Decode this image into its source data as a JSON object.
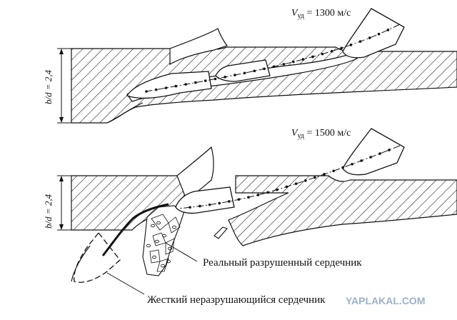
{
  "top_panel": {
    "velocity_label": "V",
    "velocity_subscript": "уд",
    "velocity_value": " = 1300 м/с",
    "ratio_label": "b/d = 2,4"
  },
  "bottom_panel": {
    "velocity_label": "V",
    "velocity_subscript": "уд",
    "velocity_value": " = 1500 м/с",
    "ratio_label": "b/d = 2,4"
  },
  "callouts": {
    "real_core": "Реальный разрушенный сердечник",
    "rigid_core": "Жесткий неразрушающийся сердечник"
  },
  "watermark": "YAPLAKAL.COM"
}
